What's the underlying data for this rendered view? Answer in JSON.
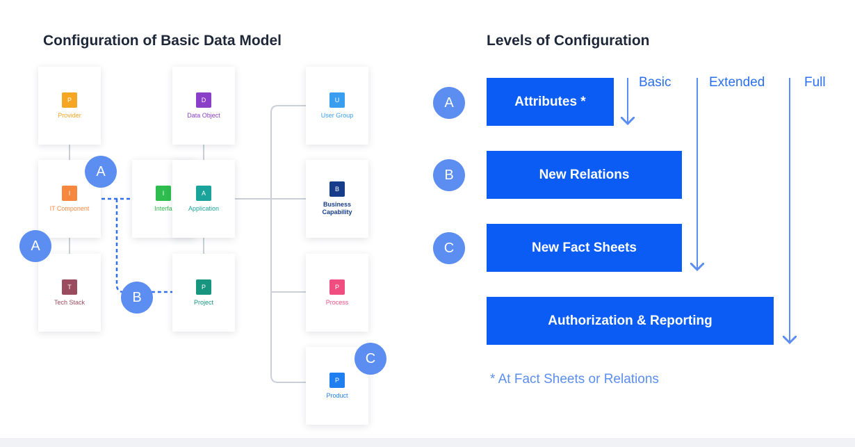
{
  "left_title": "Configuration of Basic Data Model",
  "right_title": "Levels of Configuration",
  "cards": [
    {
      "label": "Provider",
      "letter": "P",
      "color": "#f5a623"
    },
    {
      "label": "IT Component",
      "letter": "I",
      "color": "#f5873e"
    },
    {
      "label": "Tech Stack",
      "letter": "T",
      "color": "#9b4b5e"
    },
    {
      "label": "Interfa",
      "letter": "I",
      "color": "#2ebd4e"
    },
    {
      "label": "Data Object",
      "letter": "D",
      "color": "#8a3fc8"
    },
    {
      "label": "Application",
      "letter": "A",
      "color": "#1aa39a"
    },
    {
      "label": "Project",
      "letter": "P",
      "color": "#17957e"
    },
    {
      "label": "User Group",
      "letter": "U",
      "color": "#3a9ef0"
    },
    {
      "label": "Business Capability",
      "letter": "B",
      "color": "#163c8a"
    },
    {
      "label": "Process",
      "letter": "P",
      "color": "#f04e80"
    },
    {
      "label": "Product",
      "letter": "P",
      "color": "#1f7ff0"
    }
  ],
  "markers": {
    "a1": "A",
    "a2": "A",
    "b": "B",
    "c": "C"
  },
  "levels": {
    "heads": [
      "Basic",
      "Extended",
      "Full"
    ],
    "rows": [
      {
        "letter": "A",
        "label": "Attributes *"
      },
      {
        "letter": "B",
        "label": "New Relations"
      },
      {
        "letter": "C",
        "label": "New Fact Sheets"
      },
      {
        "letter": "",
        "label": "Authorization & Reporting"
      }
    ],
    "footnote": "* At Fact Sheets or Relations"
  },
  "colors": {
    "accent": "#0a5cf5",
    "marker": "#5b8ef0",
    "dashed_link": "#2f6ff0"
  }
}
